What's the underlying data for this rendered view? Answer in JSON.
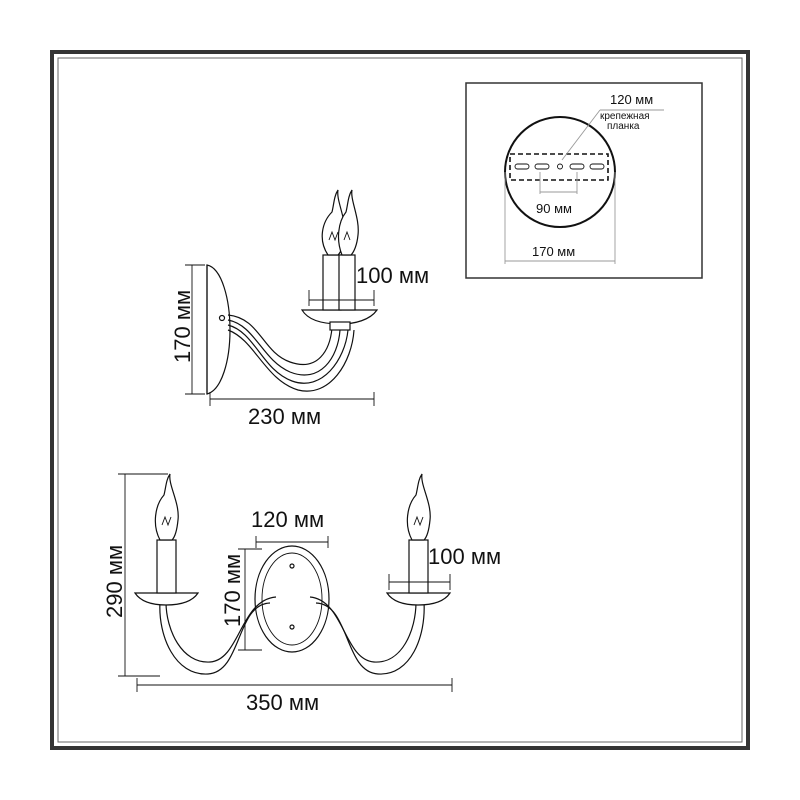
{
  "inset": {
    "dim_top": "120 мм",
    "mount_label_line1": "крепежная",
    "mount_label_line2": "планка",
    "dim_middle": "90 мм",
    "dim_bottom": "170 мм"
  },
  "side_view": {
    "dim_height": "170 мм",
    "dim_cup": "100 мм",
    "dim_width": "230 мм"
  },
  "front_view": {
    "dim_total_height": "290 мм",
    "dim_arm_height": "170 мм",
    "dim_plate": "120 мм",
    "dim_cup": "100 мм",
    "dim_width": "350 мм"
  }
}
